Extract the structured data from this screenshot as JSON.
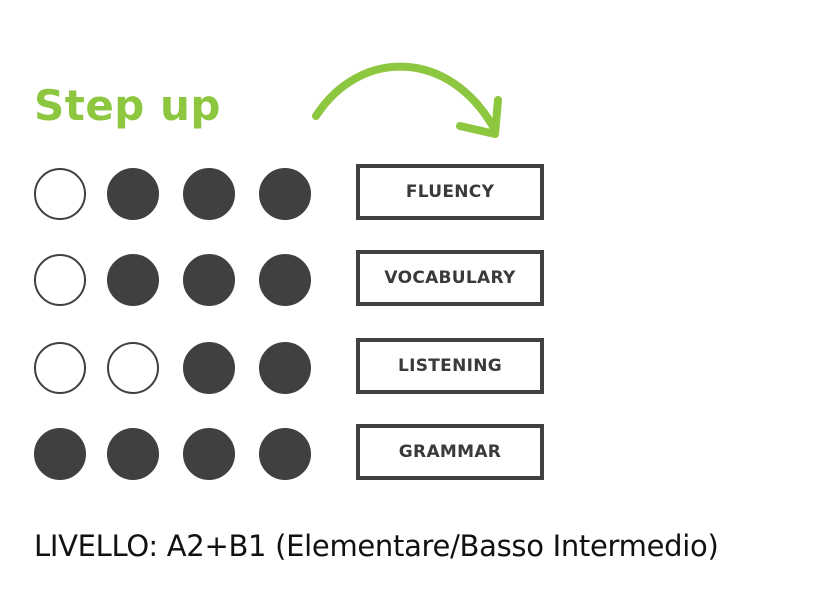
{
  "title": "Step up",
  "colors": {
    "accent": "#8dc63f",
    "dark": "#404040",
    "background": "#ffffff"
  },
  "skills": [
    {
      "label": "FLUENCY",
      "dots": [
        false,
        true,
        true,
        true
      ],
      "filled_count": 3
    },
    {
      "label": "VOCABULARY",
      "dots": [
        false,
        true,
        true,
        true
      ],
      "filled_count": 3
    },
    {
      "label": "LISTENING",
      "dots": [
        false,
        false,
        true,
        true
      ],
      "filled_count": 2
    },
    {
      "label": "GRAMMAR",
      "dots": [
        true,
        true,
        true,
        true
      ],
      "filled_count": 4
    }
  ],
  "level_text": "LIVELLO: A2+B1 (Elementare/Basso Intermedio)",
  "icons": {
    "arrow": "curved-arrow-icon"
  }
}
